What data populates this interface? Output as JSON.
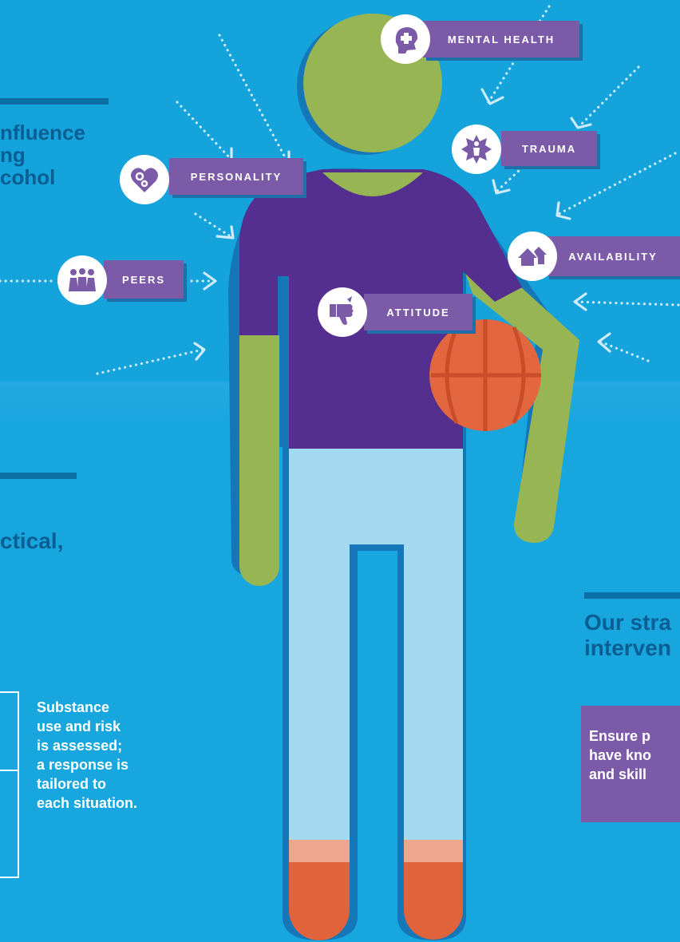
{
  "colors": {
    "background": "#15A3DC",
    "heading": "#0B5E93",
    "tag": "#7B5BA7",
    "skin": "#97B552",
    "shirt": "#542F8F",
    "pants": "#A3D9F1",
    "shoe": "#E0633B",
    "ball": "#E2673E"
  },
  "headings": {
    "influence": [
      "nfluence",
      "ng",
      "cohol"
    ],
    "practical": "ctical,",
    "strategy": [
      "Our stra",
      "interven"
    ]
  },
  "factors": [
    {
      "label": "MENTAL HEALTH",
      "icon": "head-puzzle-icon"
    },
    {
      "label": "TRAUMA",
      "icon": "trauma-burst-icon"
    },
    {
      "label": "PERSONALITY",
      "icon": "heart-gears-icon"
    },
    {
      "label": "AVAILABILITY",
      "icon": "houses-icon"
    },
    {
      "label": "PEERS",
      "icon": "group-people-icon"
    },
    {
      "label": "ATTITUDE",
      "icon": "thumbs-down-icon"
    }
  ],
  "assessment_text": [
    "Substance",
    "use and risk",
    "is assessed;",
    "a response is",
    "tailored to",
    "each situation."
  ],
  "ensure_text": [
    "Ensure p",
    "have kno",
    "and skill"
  ]
}
